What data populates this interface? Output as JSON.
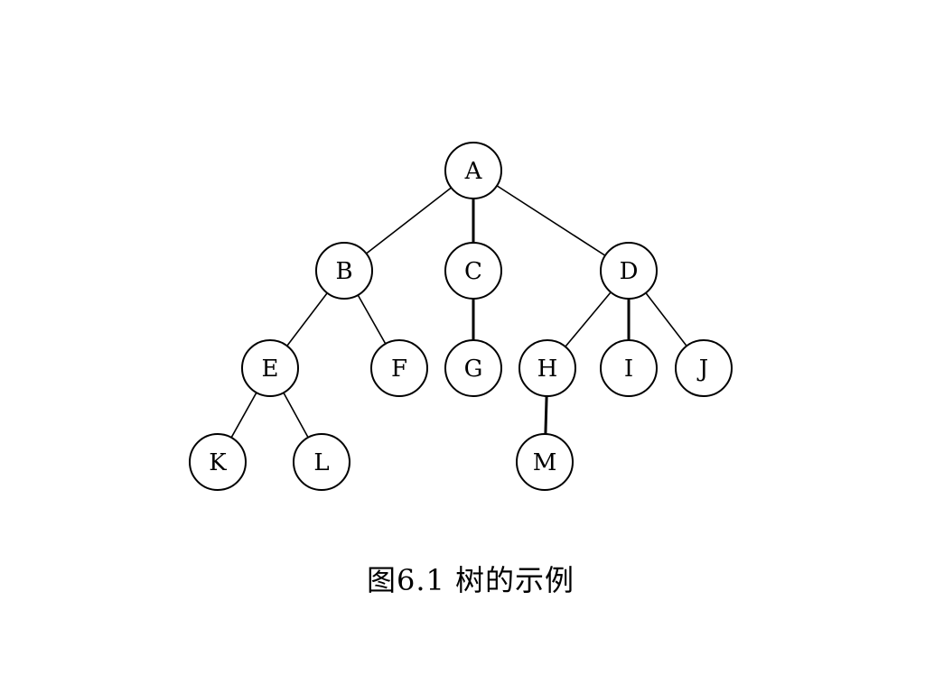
{
  "diagram": {
    "nodes": [
      {
        "id": "A",
        "label": "A"
      },
      {
        "id": "B",
        "label": "B"
      },
      {
        "id": "C",
        "label": "C"
      },
      {
        "id": "D",
        "label": "D"
      },
      {
        "id": "E",
        "label": "E"
      },
      {
        "id": "F",
        "label": "F"
      },
      {
        "id": "G",
        "label": "G"
      },
      {
        "id": "H",
        "label": "H"
      },
      {
        "id": "I",
        "label": "I"
      },
      {
        "id": "J",
        "label": "J"
      },
      {
        "id": "K",
        "label": "K"
      },
      {
        "id": "L",
        "label": "L"
      },
      {
        "id": "M",
        "label": "M"
      }
    ],
    "edges": [
      {
        "from": "A",
        "to": "B"
      },
      {
        "from": "A",
        "to": "C"
      },
      {
        "from": "A",
        "to": "D"
      },
      {
        "from": "B",
        "to": "E"
      },
      {
        "from": "B",
        "to": "F"
      },
      {
        "from": "C",
        "to": "G"
      },
      {
        "from": "D",
        "to": "H"
      },
      {
        "from": "D",
        "to": "I"
      },
      {
        "from": "D",
        "to": "J"
      },
      {
        "from": "E",
        "to": "K"
      },
      {
        "from": "E",
        "to": "L"
      },
      {
        "from": "H",
        "to": "M"
      }
    ],
    "caption": "图6.1 树的示例"
  }
}
